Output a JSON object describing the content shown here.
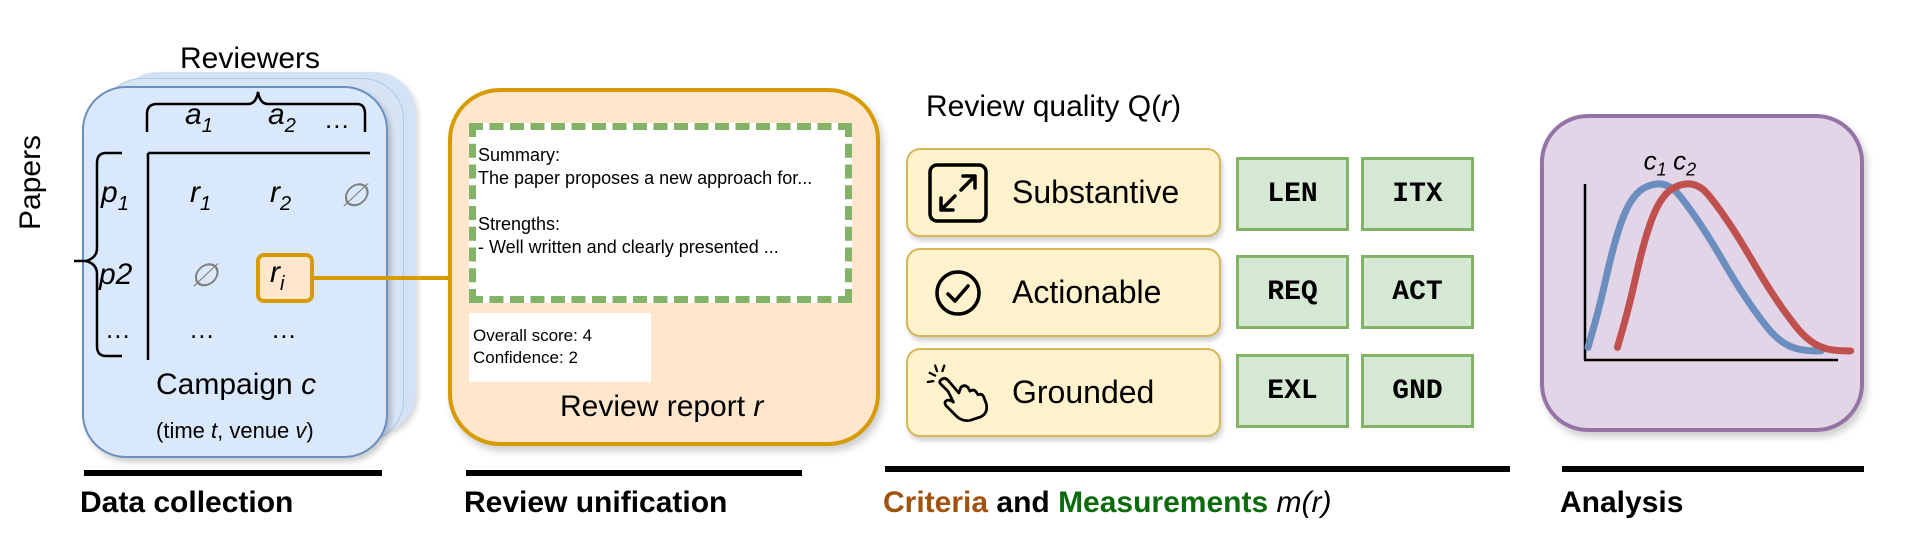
{
  "data_collection": {
    "reviewers_label": "Reviewers",
    "papers_label": "Papers",
    "reviewer_cols": [
      {
        "base": "a",
        "sub": "1"
      },
      {
        "base": "a",
        "sub": "2"
      },
      {
        "base": "...",
        "sub": ""
      }
    ],
    "paper_rows": [
      {
        "base": "p",
        "sub": "1"
      },
      {
        "base": "p2",
        "sub": ""
      },
      {
        "base": "...",
        "sub": ""
      }
    ],
    "cells": [
      [
        {
          "base": "r",
          "sub": "1"
        },
        {
          "base": "r",
          "sub": "2"
        },
        {
          "null": "∅"
        }
      ],
      [
        {
          "null": "∅"
        },
        {
          "base": "r",
          "sub": "i"
        },
        {}
      ],
      [
        {
          "base": "...",
          "sub": ""
        },
        {
          "base": "...",
          "sub": ""
        },
        {}
      ]
    ],
    "campaign_label": "Campaign ",
    "campaign_var": "c",
    "time_venue_prefix": "(time ",
    "time_var": "t",
    "venue_mid": ", venue ",
    "venue_var": "v",
    "time_venue_suffix": ")",
    "section_title": "Data collection"
  },
  "review_unification": {
    "summary_heading": "Summary:",
    "summary_text": "The paper proposes a new approach for...",
    "strengths_heading": "Strengths:",
    "strengths_text": "- Well written and clearly presented ...",
    "overall_score": "Overall score: 4",
    "confidence": "Confidence: 2",
    "report_label": "Review report ",
    "report_var": "r",
    "section_title": "Review unification"
  },
  "criteria": {
    "quality_title": "Review quality Q(",
    "quality_var": "r",
    "quality_close": ")",
    "items": [
      {
        "label": "Substantive",
        "icon": "expand-arrows-icon",
        "measurements": [
          "LEN",
          "ITX"
        ]
      },
      {
        "label": "Actionable",
        "icon": "check-circle-icon",
        "measurements": [
          "REQ",
          "ACT"
        ]
      },
      {
        "label": "Grounded",
        "icon": "pointing-hand-icon",
        "measurements": [
          "EXL",
          "GND"
        ]
      }
    ],
    "title_criteria": "Criteria",
    "title_and": " and ",
    "title_measurements": "Measurements",
    "title_mr": " m(r)",
    "colors": {
      "criteria": "#a0520e",
      "measurements": "#0d6b0d"
    }
  },
  "analysis": {
    "section_title": "Analysis",
    "chart_data": {
      "type": "line",
      "title": "",
      "xlabel": "",
      "ylabel": "",
      "series": [
        {
          "name": "c1",
          "label_base": "c",
          "label_sub": "1",
          "color": "#6c8ebf",
          "x": [
            0,
            5,
            10,
            15,
            20,
            25,
            30,
            35,
            40,
            45,
            50,
            55,
            60,
            65,
            70,
            75,
            80,
            85,
            90,
            95
          ],
          "y": [
            0.05,
            0.3,
            0.62,
            0.84,
            0.95,
            0.99,
            1.0,
            0.97,
            0.88,
            0.78,
            0.67,
            0.55,
            0.43,
            0.32,
            0.22,
            0.13,
            0.07,
            0.04,
            0.03,
            0.03
          ]
        },
        {
          "name": "c2",
          "label_base": "c",
          "label_sub": "2",
          "color": "#c0504d",
          "x": [
            12,
            17,
            22,
            27,
            32,
            37,
            42,
            47,
            52,
            57,
            62,
            67,
            72,
            77,
            82,
            87,
            92,
            97,
            102,
            107
          ],
          "y": [
            0.05,
            0.3,
            0.62,
            0.84,
            0.95,
            0.99,
            1.0,
            0.97,
            0.88,
            0.78,
            0.67,
            0.55,
            0.43,
            0.32,
            0.22,
            0.13,
            0.07,
            0.04,
            0.03,
            0.03
          ]
        }
      ],
      "xlim": [
        0,
        110
      ],
      "ylim": [
        0,
        1.1
      ],
      "grid": false,
      "axis_ticks": false
    }
  }
}
